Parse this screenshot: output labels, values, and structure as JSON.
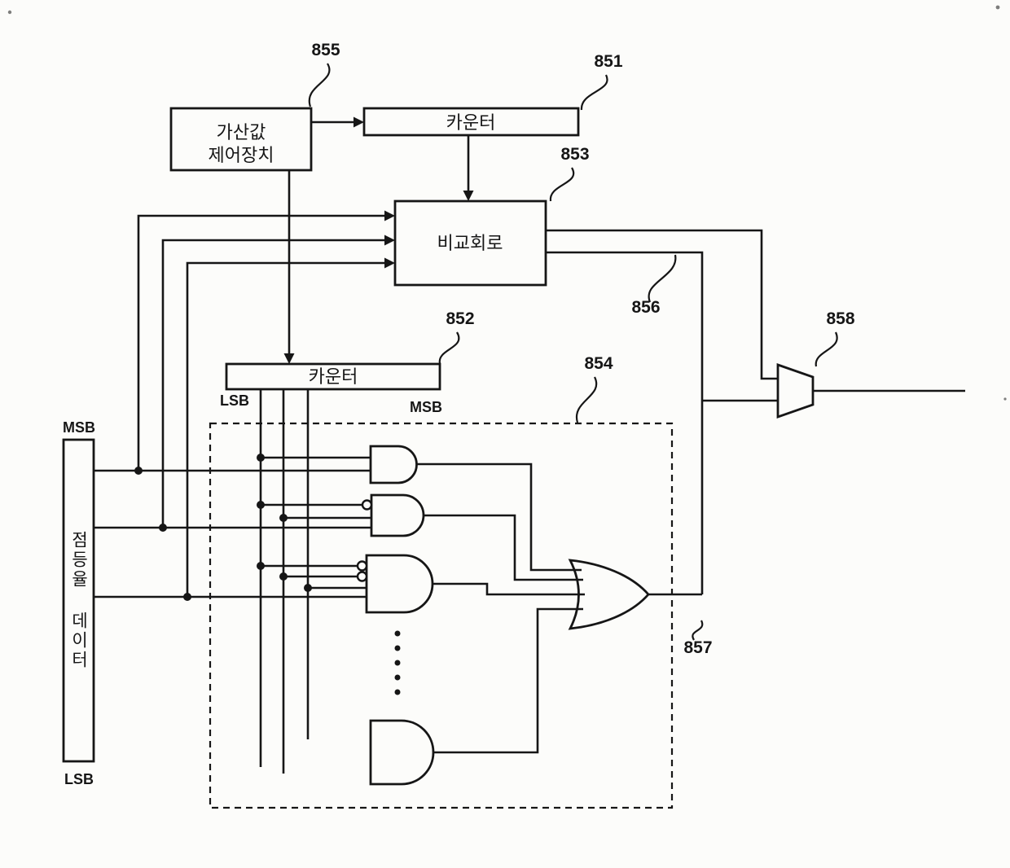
{
  "colors": {
    "ink": "#161616",
    "paper": "#fcfcfa"
  },
  "labels": {
    "ref855": "855",
    "ref851": "851",
    "ref853": "853",
    "ref852": "852",
    "ref854": "854",
    "ref856": "856",
    "ref857": "857",
    "ref858": "858",
    "adder_line1": "가산값",
    "adder_line2": "제어장치",
    "counter851": "카운터",
    "counter852": "카운터",
    "comparator": "비교회로",
    "data_register_vertical": "점등율 데이터",
    "counter852_lsb": "LSB",
    "counter852_msb": "MSB",
    "data_register_msb": "MSB",
    "data_register_lsb": "LSB"
  }
}
